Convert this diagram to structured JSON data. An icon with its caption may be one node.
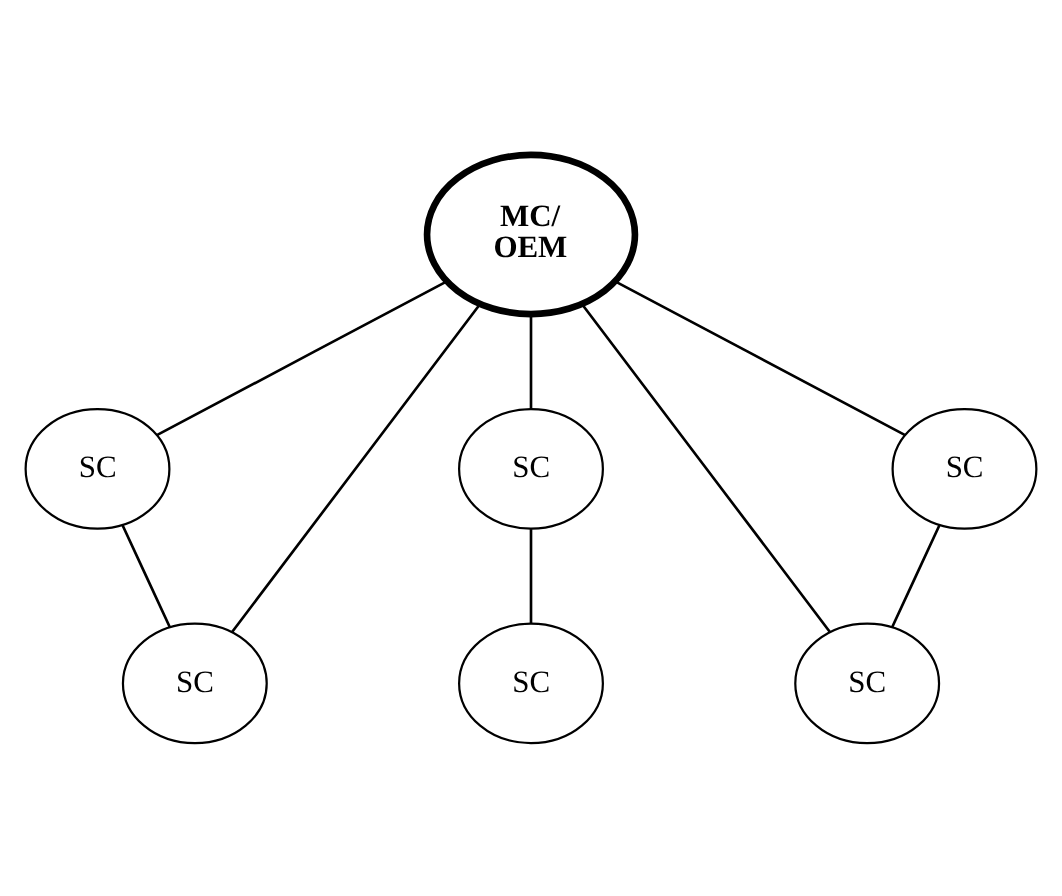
{
  "diagram": {
    "nodes": [
      {
        "text": [
          "MC/ OEM"
        ]
      },
      {
        "text": [
          "SC"
        ]
      },
      {
        "text": [
          "SC"
        ]
      },
      {
        "text": [
          "SC"
        ]
      },
      {
        "text": [
          "SC"
        ]
      },
      {
        "text": [
          "SC"
        ]
      },
      {
        "text": [
          "SC"
        ]
      }
    ],
    "edges": [
      {
        "from": 0,
        "to": 1,
        "arrow": "none"
      },
      {
        "from": 0,
        "to": 4,
        "arrow": "none"
      },
      {
        "from": 0,
        "to": 2,
        "arrow": "none"
      },
      {
        "from": 0,
        "to": 6,
        "arrow": "none"
      },
      {
        "from": 0,
        "to": 3,
        "arrow": "none"
      },
      {
        "from": 1,
        "to": 4,
        "arrow": "none"
      },
      {
        "from": 2,
        "to": 5,
        "arrow": "none"
      },
      {
        "from": 3,
        "to": 6,
        "arrow": "none"
      }
    ]
  }
}
